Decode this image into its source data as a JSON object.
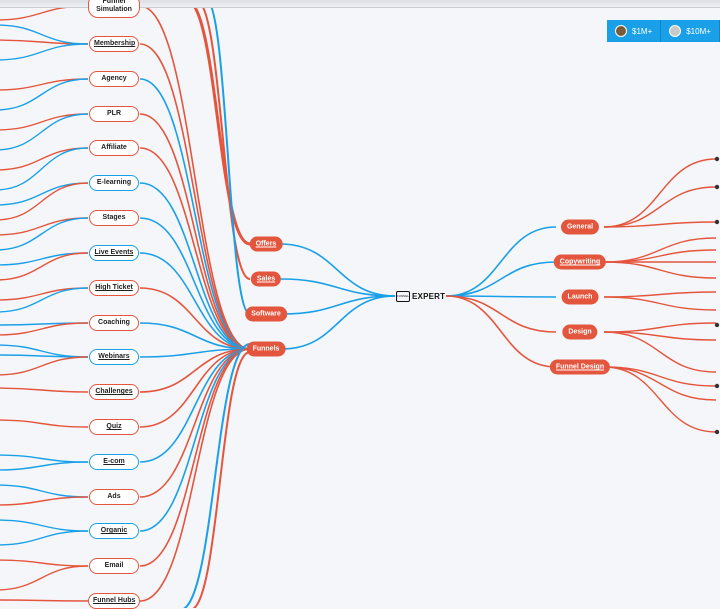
{
  "theme": {
    "orange": "#e4553d",
    "blue": "#1aa0e8",
    "background": "#f4f6f9"
  },
  "header_badges": [
    {
      "label": "$1M+",
      "avatar": "avatar-icon"
    },
    {
      "label": "$10M+",
      "avatar": "avatar-icon"
    }
  ],
  "center": {
    "logo_small": "FUNNEL",
    "logo_word": "EXPERT"
  },
  "left_branches": [
    {
      "label": "Offers"
    },
    {
      "label": "Sales"
    },
    {
      "label": "Software"
    },
    {
      "label": "Funnels"
    }
  ],
  "right_branches": [
    {
      "label": "General"
    },
    {
      "label": "Copywriting"
    },
    {
      "label": "Launch"
    },
    {
      "label": "Design"
    },
    {
      "label": "Funnel Design"
    }
  ],
  "funnel_types": [
    {
      "label": "Funnel Simulation"
    },
    {
      "label": "Membership"
    },
    {
      "label": "Agency"
    },
    {
      "label": "PLR"
    },
    {
      "label": "Affiliate"
    },
    {
      "label": "E-learning"
    },
    {
      "label": "Stages"
    },
    {
      "label": "Live Events"
    },
    {
      "label": "High Ticket"
    },
    {
      "label": "Coaching"
    },
    {
      "label": "Webinars"
    },
    {
      "label": "Challenges"
    },
    {
      "label": "Quiz"
    },
    {
      "label": "E-com"
    },
    {
      "label": "Ads"
    },
    {
      "label": "Organic"
    },
    {
      "label": "Email"
    },
    {
      "label": "Funnel Hubs"
    }
  ]
}
